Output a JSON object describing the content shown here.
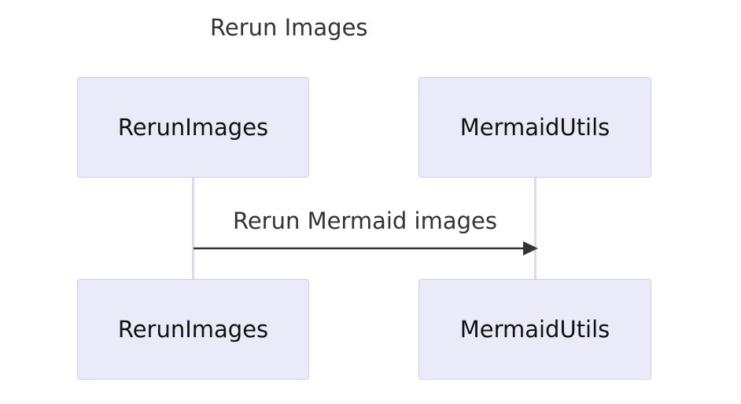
{
  "diagram": {
    "title": "Rerun Images",
    "participants": [
      {
        "id": "rerun",
        "label": "RerunImages"
      },
      {
        "id": "mermaid",
        "label": "MermaidUtils"
      }
    ],
    "messages": [
      {
        "from": "RerunImages",
        "to": "MermaidUtils",
        "label": "Rerun Mermaid images"
      }
    ],
    "colors": {
      "actor_fill": "#eaeaf8",
      "actor_border": "#cfcaf2",
      "lifeline": "#ded8f2",
      "arrow": "#333333",
      "text": "#333333"
    }
  }
}
